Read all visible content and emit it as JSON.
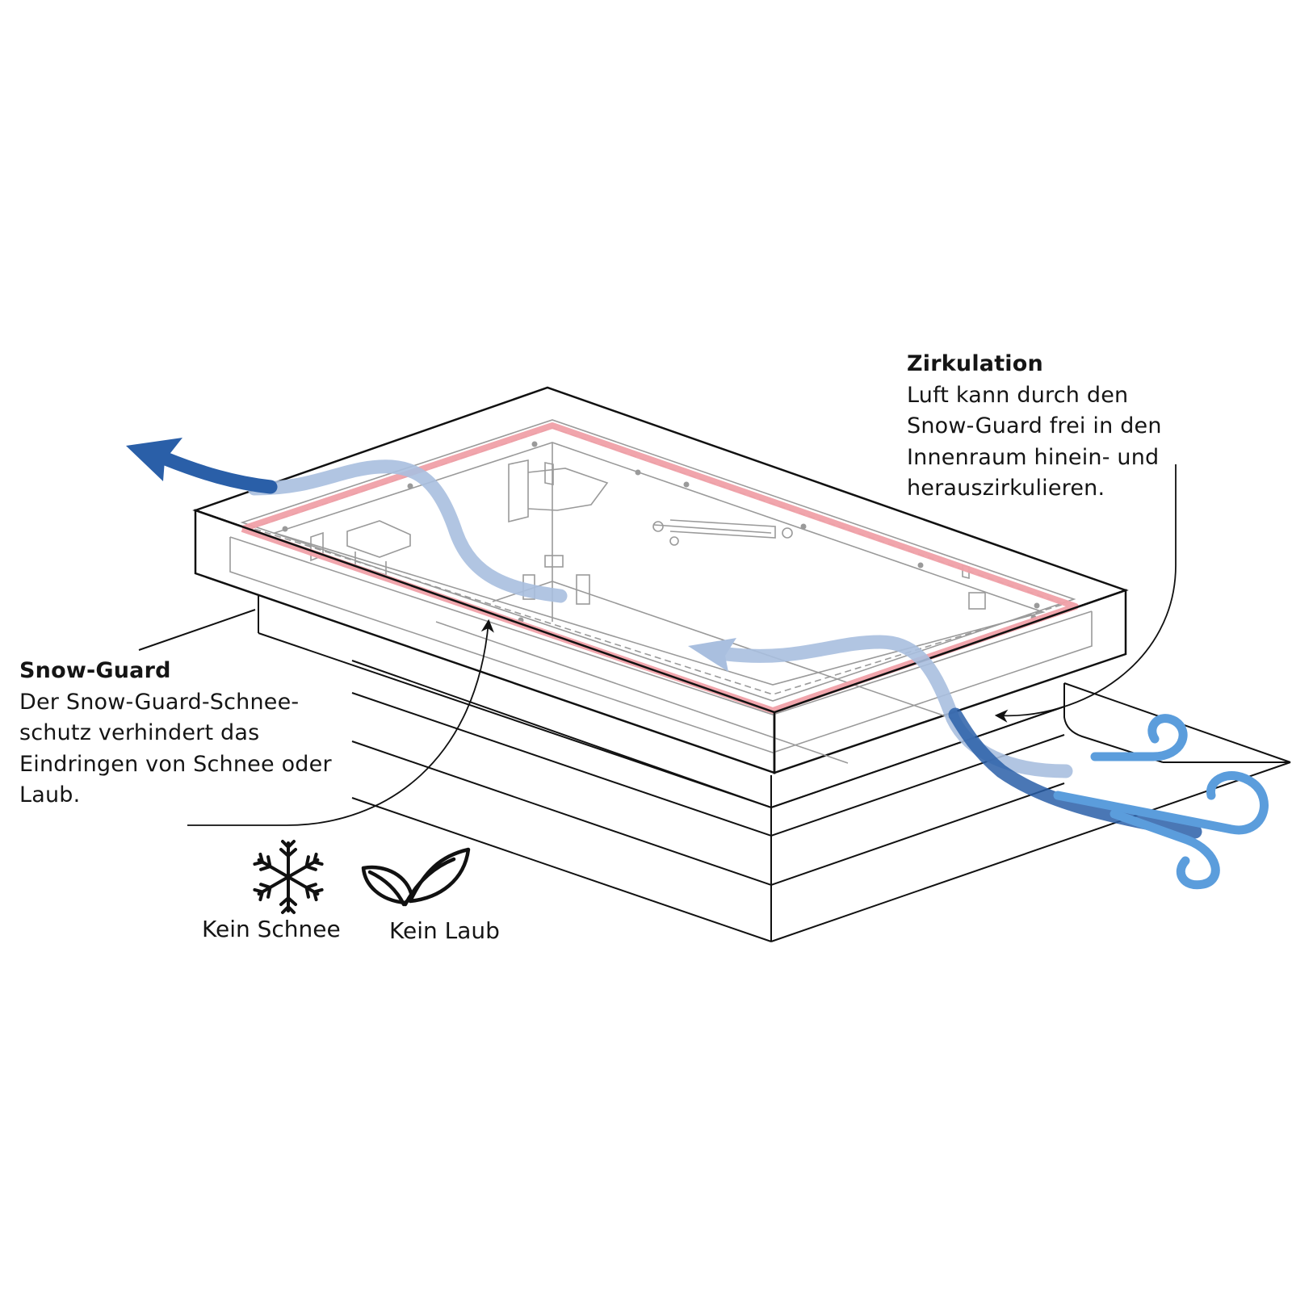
{
  "colors": {
    "outline": "#111111",
    "gray_detail": "#9a9a9a",
    "seal": "#f0a0a8",
    "airflow_light": "#a9bfdf",
    "airflow_dark": "#2a5fa8",
    "wind": "#5b9ddc"
  },
  "callouts": {
    "zirkulation": {
      "title": "Zirkulation",
      "lines": [
        "Luft kann durch den",
        "Snow-Guard frei in den",
        "Innenraum hinein- und",
        "herauszirkulieren."
      ]
    },
    "snow_guard": {
      "title": "Snow-Guard",
      "lines": [
        "Der Snow-Guard-Schnee-",
        "schutz verhindert das",
        "Eindringen von Schnee oder",
        "Laub."
      ]
    }
  },
  "icons": {
    "snowflake": {
      "name": "snowflake-icon",
      "caption": "Kein Schnee"
    },
    "leaf": {
      "name": "leaf-icon",
      "caption": "Kein Laub"
    }
  }
}
